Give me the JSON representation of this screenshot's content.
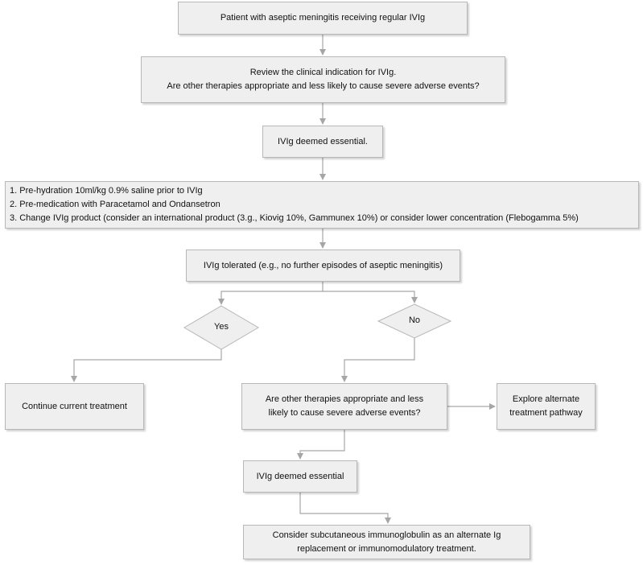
{
  "nodes": {
    "start": {
      "text": "Patient with aseptic meningitis receiving regular IVIg"
    },
    "review": {
      "lines": [
        "Review the clinical indication for IVIg.",
        "Are other therapies appropriate and less likely to cause severe adverse events?"
      ]
    },
    "essential1": {
      "text": "IVIg deemed essential."
    },
    "steps": {
      "lines": [
        "1. Pre-hydration 10ml/kg 0.9% saline prior to IVIg",
        "2. Pre-medication with Paracetamol and Ondansetron",
        "3. Change IVIg product (consider an international product (3.g., Kiovig 10%, Gammunex 10%) or consider lower concentration (Flebogamma 5%)"
      ]
    },
    "tolerated": {
      "text": "IVIg tolerated (e.g., no further episodes of aseptic meningitis)"
    },
    "yes": {
      "text": "Yes"
    },
    "no": {
      "text": "No"
    },
    "continue": {
      "text": "Continue current treatment"
    },
    "other": {
      "lines": [
        "Are other therapies appropriate and less",
        "likely to cause severe adverse events?"
      ]
    },
    "explore": {
      "lines": [
        "Explore alternate",
        "treatment pathway"
      ]
    },
    "essential2": {
      "text": "IVIg deemed essential"
    },
    "consider": {
      "lines": [
        "Consider subcutaneous  immunoglobulin as an alternate Ig",
        "replacement or immunomodulatory treatment."
      ]
    }
  },
  "colors": {
    "box_fill": "#efefef",
    "box_border": "#b7b7b7",
    "connector": "#a6a6a6"
  }
}
